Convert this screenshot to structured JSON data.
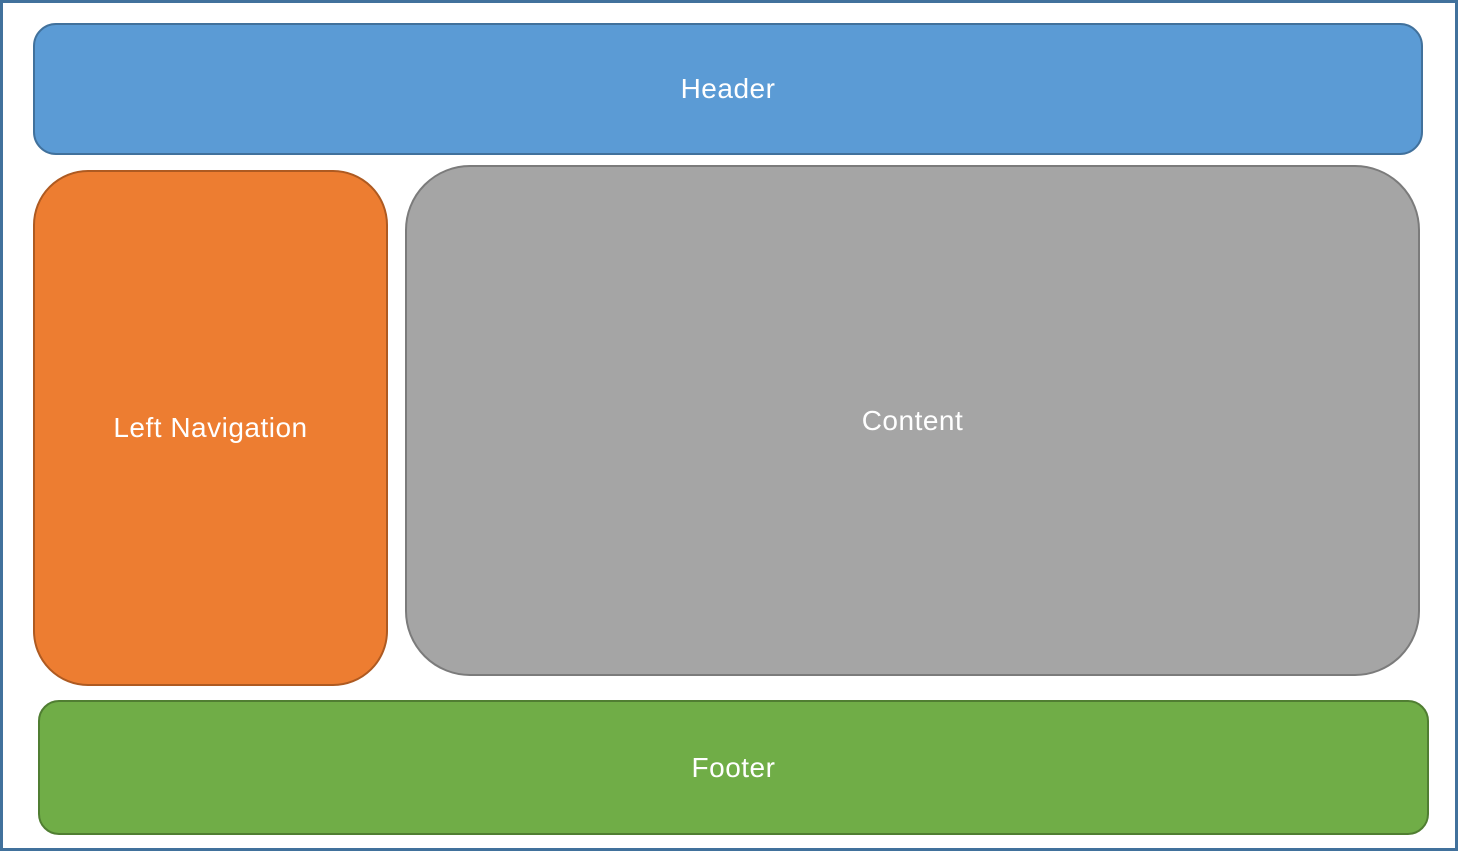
{
  "page": {
    "background": "#FFFFFF",
    "border_color": "#41719C"
  },
  "regions": {
    "header": {
      "label": "Header",
      "fill": "#5B9BD5",
      "stroke": "#41719C",
      "text_color": "#FFFFFF"
    },
    "left_nav": {
      "label": "Left Navigation",
      "fill": "#ED7D31",
      "stroke": "#AE5A21",
      "text_color": "#FFFFFF"
    },
    "content": {
      "label": "Content",
      "fill": "#A5A5A5",
      "stroke": "#7B7B7B",
      "text_color": "#FFFFFF"
    },
    "footer": {
      "label": "Footer",
      "fill": "#70AD47",
      "stroke": "#507E32",
      "text_color": "#FFFFFF"
    }
  }
}
